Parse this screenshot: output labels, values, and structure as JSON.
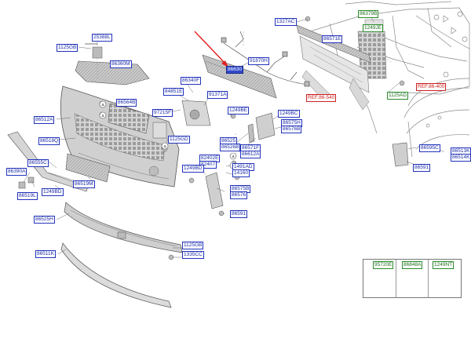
{
  "labels": {
    "l25388": "25388L",
    "l1125gb": "1125GB",
    "l86360m": "86360M",
    "l86564b": "86564B",
    "l86512a": "86512A",
    "l86518q": "86518Q",
    "l86555c": "86555C",
    "l86390a": "86390A",
    "l86519l": "86519L",
    "l1249bd": "1249BD",
    "l86519m": "86519M",
    "l84851e": "84851E",
    "l86340f": "86340F",
    "l91371a": "91371A",
    "l97215f": "97215F",
    "l1125gd": "1125GD",
    "l86525h": "86525H",
    "l86511k": "86511K",
    "l1125gb2": "1125GB",
    "l1335cc": "1335CC",
    "l1327ac": "1327AC",
    "l86571e": "86571E",
    "l91870h": "91870H",
    "l86630": "86630",
    "l86379b": "86379B",
    "l1249je": "1249JE",
    "l1125ad": "1125AD",
    "l1249be": "1249BE",
    "l1249bc": "1249BC",
    "l86575h": "86575H",
    "l86576b": "86576B",
    "l86525": "86525",
    "l86526": "86526B",
    "l86571f": "86571F",
    "l86612a": "86612A",
    "l1249bd2": "1249BD",
    "l82402": "82402E",
    "l82407": "82407",
    "l1491ad": "1491AD",
    "l14160": "14160",
    "l86575": "86575B",
    "l86576": "86576",
    "l86591": "86591",
    "l86595c": "86595C",
    "l86513": "86513K",
    "l86514": "86514K",
    "l86591b": "86591",
    "l95720e": "95720E",
    "l86848a": "86848A",
    "l1249nt": "1249NT"
  },
  "references": {
    "ref1": "REF.86-540",
    "ref2": "REF.86-400"
  },
  "colors": {
    "label_border": "#2233bb",
    "highlight": "#2f49c9",
    "arrow": "#e32222",
    "green_label": "#2a8a2a"
  }
}
